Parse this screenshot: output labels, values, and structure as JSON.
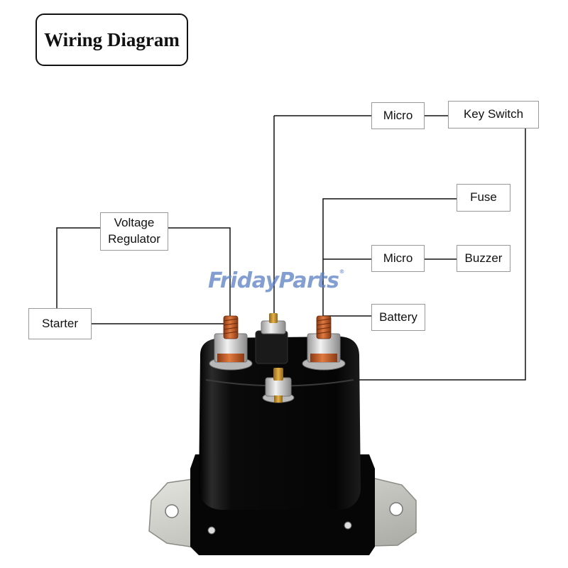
{
  "title": "Wiring Diagram",
  "labels": {
    "micro_top": "Micro",
    "key_switch": "Key Switch",
    "fuse": "Fuse",
    "voltage_regulator": "Voltage\nRegulator",
    "micro_mid": "Micro",
    "buzzer": "Buzzer",
    "starter": "Starter",
    "battery": "Battery"
  },
  "watermark": "FridayParts",
  "watermark_mark": "®",
  "colors": {
    "line": "#111111",
    "label_border": "#999999",
    "body": "#0b0b0b",
    "copper": "#c8622e",
    "brass": "#c9952f",
    "plate": "#c9c9c4",
    "watermark": "#5a7fc4"
  }
}
